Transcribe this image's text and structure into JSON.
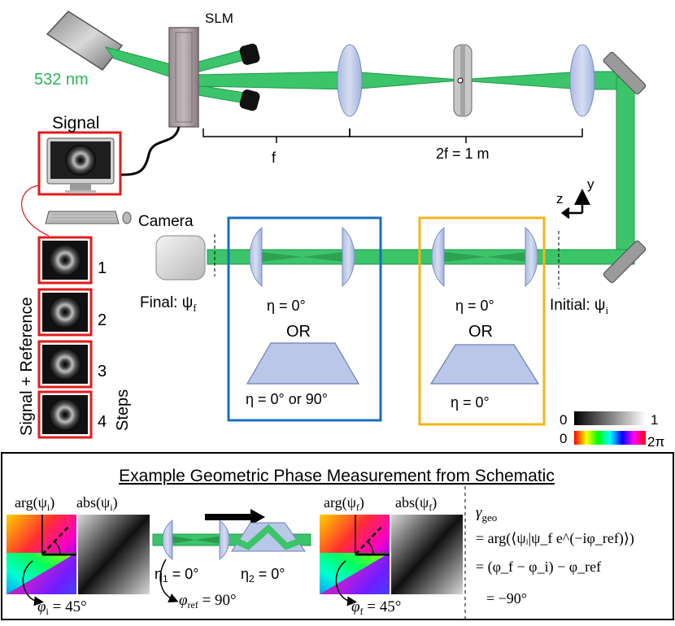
{
  "setup": {
    "laser_label": "532 nm",
    "slm_label": "SLM",
    "signal_label": "Signal",
    "camera_label": "Camera",
    "focal_label": "f",
    "distance_label": "2f = 1 m",
    "final_label": "Final: ψ",
    "final_sub": "f",
    "initial_label": "Initial: ψ",
    "initial_sub": "i",
    "axis_z": "z",
    "axis_y": "y",
    "steps_side_label": "Signal + Reference",
    "steps_label": "Steps",
    "step_numbers": [
      "1",
      "2",
      "3",
      "4"
    ],
    "blue_box": {
      "eta_top": "η = 0°",
      "or": "OR",
      "eta_bottom": "η = 0° or 90°"
    },
    "yellow_box": {
      "eta_top": "η = 0°",
      "or": "OR",
      "eta_bottom": "η = 0°"
    },
    "colorbar": {
      "intensity_min": "0",
      "intensity_max": "1",
      "phase_min": "0",
      "phase_max": "2π"
    }
  },
  "example": {
    "title": "Example Geometric Phase Measurement from Schematic",
    "arg_i": "arg(ψ",
    "arg_i_sub": "i",
    "abs_i": "abs(ψ",
    "abs_i_sub": "i",
    "phi_i": "φ",
    "phi_i_sub": "i",
    "phi_i_value": " = 45°",
    "eta1": "η",
    "eta1_sub": "1",
    "eta1_value": " = 0°",
    "eta2": "η",
    "eta2_sub": "2",
    "eta2_value": " = 0°",
    "phi_ref": "φ",
    "phi_ref_sub": "ref",
    "phi_ref_value": " = 90°",
    "arg_f": "arg(ψ",
    "arg_f_sub": "f",
    "abs_f": "abs(ψ",
    "abs_f_sub": "f",
    "phi_f": "φ",
    "phi_f_sub": "f",
    "phi_f_value": " = 45°",
    "gamma": "γ",
    "gamma_sub": "geo",
    "eq1": "= arg(⟨ψᵢ|ψ_f e^(−iφ_ref)⟩)",
    "eq2": "= (φ_f − φ_i) − φ_ref",
    "eq3": "= −90°"
  }
}
